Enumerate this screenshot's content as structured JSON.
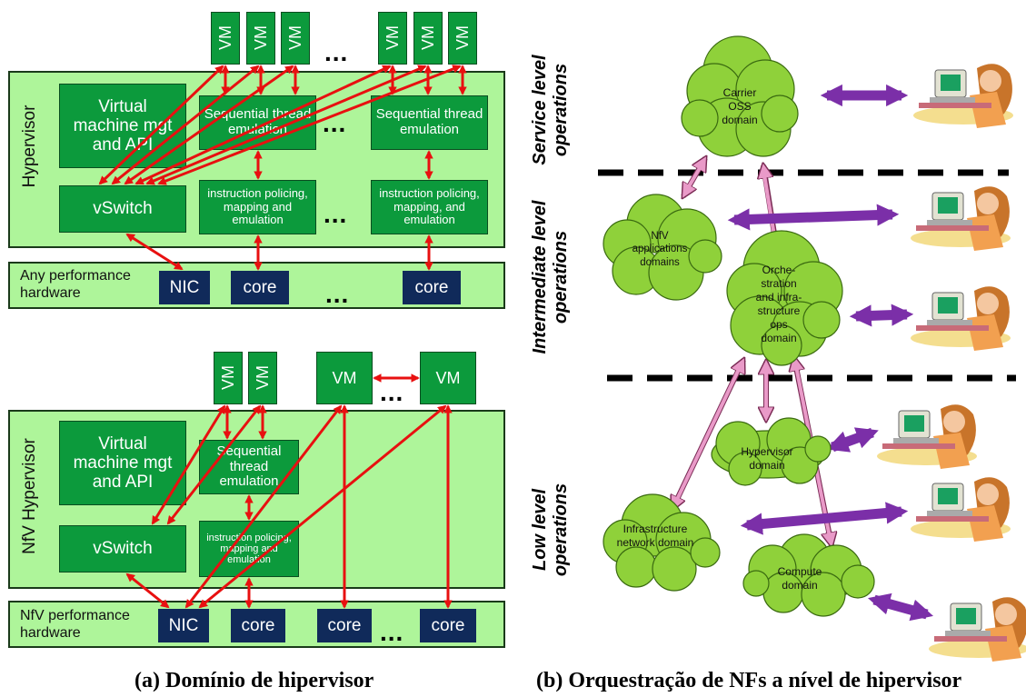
{
  "panel_a": {
    "top": {
      "vms": [
        "VM",
        "VM",
        "VM",
        "VM",
        "VM",
        "VM"
      ],
      "ellipsis_vm": "...",
      "hypervisor_label": "Hypervisor",
      "vm_mgmt": "Virtual machine mgt and API",
      "seq1": "Sequential thread emulation",
      "seq2": "Sequential thread emulation",
      "vswitch": "vSwitch",
      "inst1": "instruction policing, mapping and emulation",
      "inst2": "instruction policing, mapping, and emulation",
      "ellipsis_mid": "...",
      "ellipsis_low": "...",
      "hw_label": "Any performance hardware",
      "nic": "NIC",
      "core1": "core",
      "core2": "core",
      "ellipsis_hw": "..."
    },
    "bottom": {
      "vms_vertical": [
        "VM",
        "VM"
      ],
      "vm_a": "VM",
      "vm_b": "VM",
      "ellipsis_vm": "...",
      "hypervisor_label": "NfV Hypervisor",
      "vm_mgmt": "Virtual machine mgt and API",
      "seq": "Sequential thread emulation",
      "vswitch": "vSwitch",
      "inst": "instruction policing, mapping and emulation",
      "hw_label": "NfV performance hardware",
      "nic": "NIC",
      "core1": "core",
      "core2": "core",
      "core3": "core",
      "ellipsis_hw": "..."
    },
    "caption": "(a) Domínio de hipervisor"
  },
  "panel_b": {
    "levels": {
      "service": "Service level operations",
      "intermediate": "Intermediate level operations",
      "low": "Low level operations"
    },
    "domains": {
      "carrier": "Carrier OSS domain",
      "nfv_apps": "NfV applications domains",
      "orchestration": "Orche- stration and infra- structure ops domain",
      "hypervisor": "Hypervisor domain",
      "infrastructure": "Infrastructure network domain",
      "compute": "Compute domain"
    },
    "caption": "(b) Orquestração de NFs a nível de hipervisor"
  }
}
